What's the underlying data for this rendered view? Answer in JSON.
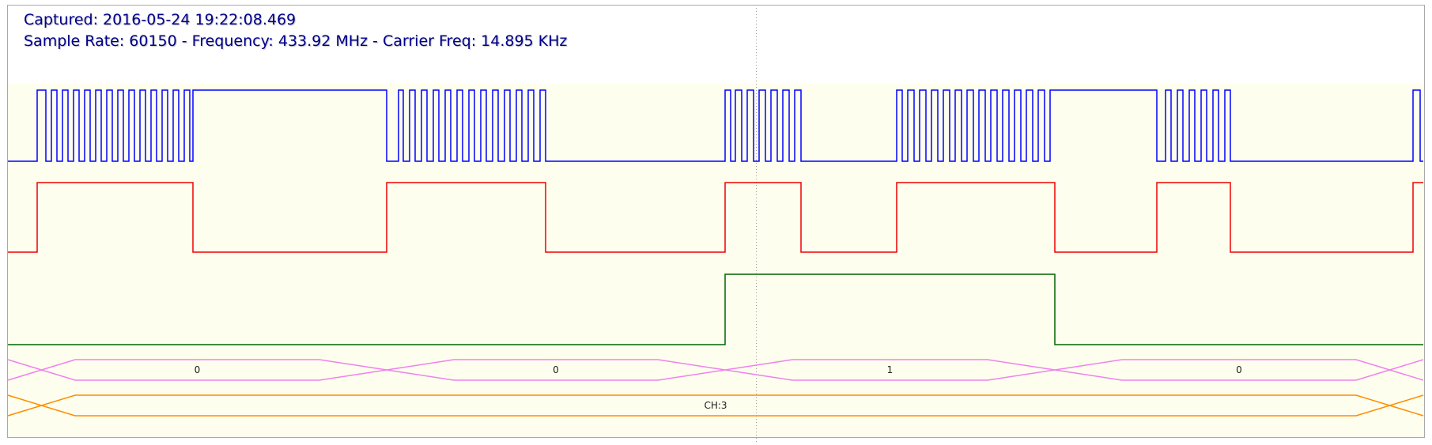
{
  "info": {
    "captured_line": "Captured: 2016-05-24 19:22:08.469",
    "params_line": "Sample Rate: 60150 - Frequency: 433.92 MHz - Carrier Freq: 14.895 KHz"
  },
  "colors": {
    "background_top": "#ffffff",
    "background_signal": "#fefeee",
    "frame": "#a9a9a9",
    "cursor": "#9a9a9a",
    "raw_trace": "#0000ff",
    "demod_trace": "#ee0000",
    "bit_trace": "#006400",
    "bit_bus": "#ee82ee",
    "channel_bus": "#ff8c00",
    "bus_text": "#222222"
  },
  "traces": {
    "raw": {
      "name": "raw-signal",
      "bursts": [
        [
          47,
          58,
          65,
          72,
          79,
          86,
          93,
          100,
          107,
          114,
          121,
          128,
          135,
          142,
          149,
          156,
          163,
          170,
          177,
          184,
          191,
          198,
          205,
          212,
          219,
          226,
          233,
          240,
          244
        ],
        [
          489,
          504,
          510,
          518,
          525,
          533,
          540,
          548,
          555,
          563,
          570,
          578,
          585,
          593,
          600,
          608,
          615,
          623,
          630,
          638,
          645,
          653,
          660,
          668,
          675,
          683,
          690
        ],
        [
          917,
          924,
          930,
          938,
          945,
          953,
          960,
          968,
          975,
          983,
          990,
          998,
          1005,
          1013
        ],
        [
          1134,
          1141,
          1148,
          1156,
          1163,
          1171,
          1178,
          1186,
          1193,
          1201,
          1208,
          1216,
          1223,
          1231,
          1238,
          1246,
          1253,
          1261,
          1268,
          1276,
          1283,
          1291,
          1298,
          1306,
          1313,
          1321,
          1328
        ],
        [
          1463,
          1474,
          1481,
          1489,
          1496,
          1504,
          1511,
          1519,
          1526,
          1534,
          1541,
          1549,
          1556
        ],
        [
          1787,
          1796
        ]
      ]
    },
    "demod": {
      "name": "demodulated-signal",
      "transitions": [
        47,
        244,
        489,
        690,
        917,
        1013,
        1134,
        1334,
        1463,
        1556,
        1787
      ]
    },
    "bits": {
      "name": "decoded-bit",
      "transitions": [
        917,
        1334
      ]
    }
  },
  "buses": {
    "bit_bus": {
      "segments": [
        {
          "from": 10,
          "to": 489,
          "label": "0"
        },
        {
          "from": 489,
          "to": 917,
          "label": "0"
        },
        {
          "from": 917,
          "to": 1334,
          "label": "1"
        },
        {
          "from": 1334,
          "to": 1800,
          "label": "0"
        }
      ]
    },
    "channel_bus": {
      "segments": [
        {
          "from": 10,
          "to": 1800,
          "label": "CH:3"
        }
      ]
    }
  }
}
